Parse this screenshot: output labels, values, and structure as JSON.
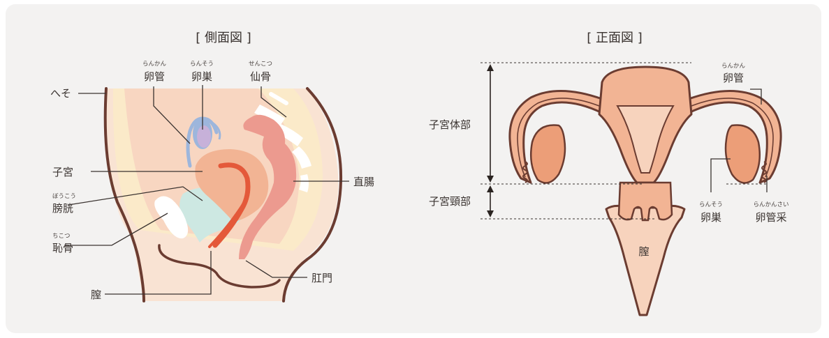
{
  "side_view": {
    "title": "[ 側面図 ]",
    "labels": {
      "navel": "へそ",
      "fallopian_tube": {
        "text": "卵管",
        "ruby": "らんかん"
      },
      "ovary": {
        "text": "卵巣",
        "ruby": "らんそう"
      },
      "sacrum": {
        "text": "仙骨",
        "ruby": "せんこつ"
      },
      "uterus": "子宮",
      "bladder": {
        "text": "膀胱",
        "ruby": "ぼうこう"
      },
      "pubic_bone": {
        "text": "恥骨",
        "ruby": "ちこつ"
      },
      "vagina": "膣",
      "rectum": "直腸",
      "anus": "肛門"
    }
  },
  "front_view": {
    "title": "[ 正面図 ]",
    "labels": {
      "uterine_body": "子宮体部",
      "cervix": "子宮頸部",
      "fallopian_tube": {
        "text": "卵管",
        "ruby": "らんかん"
      },
      "ovary": {
        "text": "卵巣",
        "ruby": "らんそう"
      },
      "fimbriae": {
        "text": "卵管采",
        "ruby": "らんかんさい"
      },
      "vagina": "膣"
    }
  },
  "colors": {
    "panel": "#f3f2f1",
    "skin": "#f9e3d3",
    "fat": "#fbeac9",
    "outline": "#6b3c31",
    "uterus": "#f2b494",
    "uterus_inner": "#e4593a",
    "rectum": "#ec9a8f",
    "bladder": "#cde8e2",
    "bone": "#ffffff",
    "ovary_blue": "#9db6dc",
    "ovary_purple": "#c7b1d9",
    "front_light": "#f7d3bd",
    "front_ovary": "#ec9e78"
  }
}
